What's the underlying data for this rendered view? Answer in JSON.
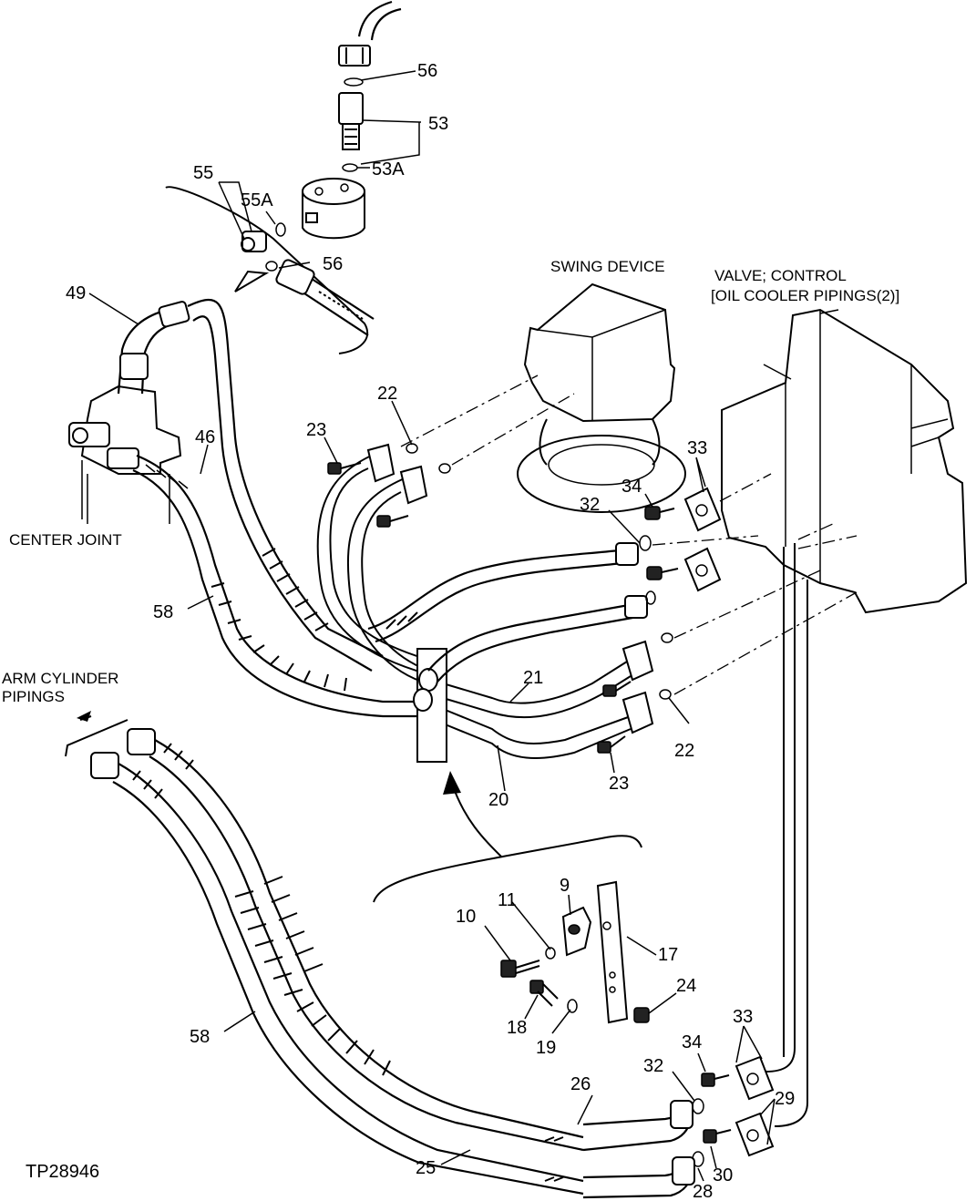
{
  "figure_id": "TP28946",
  "captions": {
    "swing_device": "SWING DEVICE",
    "valve_line1": "VALVE; CONTROL",
    "valve_line2": "[OIL COOLER PIPINGS(2)]",
    "center_joint": "CENTER JOINT",
    "arm_cyl_line1": "ARM CYLINDER",
    "arm_cyl_line2": "PIPINGS"
  },
  "callouts": {
    "c56a": "56",
    "c53": "53",
    "c53a": "53A",
    "c55": "55",
    "c55a": "55A",
    "c56b": "56",
    "c49": "49",
    "c46": "46",
    "c22a": "22",
    "c23a": "23",
    "c33a": "33",
    "c34a": "34",
    "c32a": "32",
    "c58a": "58",
    "c21": "21",
    "c22b": "22",
    "c23b": "23",
    "c20": "20",
    "c9": "9",
    "c11": "11",
    "c10": "10",
    "c17": "17",
    "c24": "24",
    "c18": "18",
    "c19": "19",
    "c33b": "33",
    "c34b": "34",
    "c32b": "32",
    "c29": "29",
    "c26": "26",
    "c58b": "58",
    "c25": "25",
    "c30": "30",
    "c28": "28"
  }
}
